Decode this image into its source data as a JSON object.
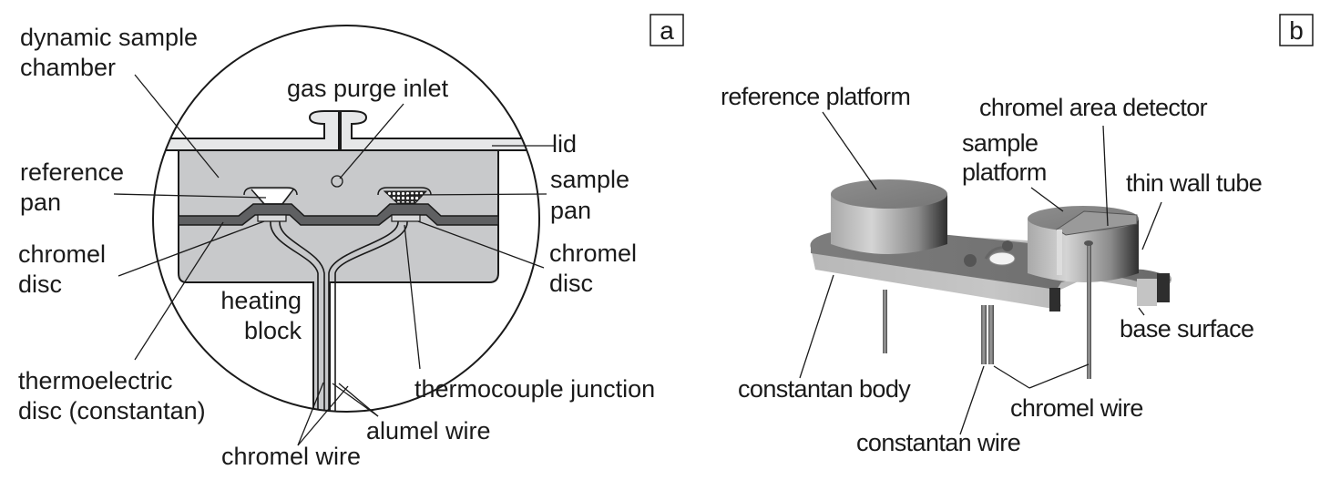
{
  "figure": {
    "panels": [
      {
        "id": "a",
        "letter": "a",
        "labels": {
          "dynamic_sample_chamber_1": "dynamic sample",
          "dynamic_sample_chamber_2": "chamber",
          "gas_purge_inlet": "gas purge inlet",
          "lid": "lid",
          "reference_pan_1": "reference",
          "reference_pan_2": "pan",
          "sample_pan_1": "sample",
          "sample_pan_2": "pan",
          "chromel_disc_left_1": "chromel",
          "chromel_disc_left_2": "disc",
          "chromel_disc_right_1": "chromel",
          "chromel_disc_right_2": "disc",
          "heating_block_1": "heating",
          "heating_block_2": "block",
          "thermoelectric_disc_1": "thermoelectric",
          "thermoelectric_disc_2": "disc (constantan)",
          "thermocouple_junction": "thermocouple junction",
          "alumel_wire": "alumel wire",
          "chromel_wire": "chromel wire"
        }
      },
      {
        "id": "b",
        "letter": "b",
        "labels": {
          "reference_platform": "reference platform",
          "chromel_area_detector": "chromel area detector",
          "sample_platform_1": "sample",
          "sample_platform_2": "platform",
          "thin_wall_tube": "thin wall tube",
          "base_surface": "base surface",
          "constantan_body": "constantan body",
          "chromel_wire": "chromel wire",
          "constantan_wire": "constantan wire"
        }
      }
    ],
    "colors": {
      "chamber_fill": "#c8c9cb",
      "lid_fill": "#e6e7e8",
      "disc_fill": "#5f6062",
      "outline": "#1a1a1a"
    }
  }
}
